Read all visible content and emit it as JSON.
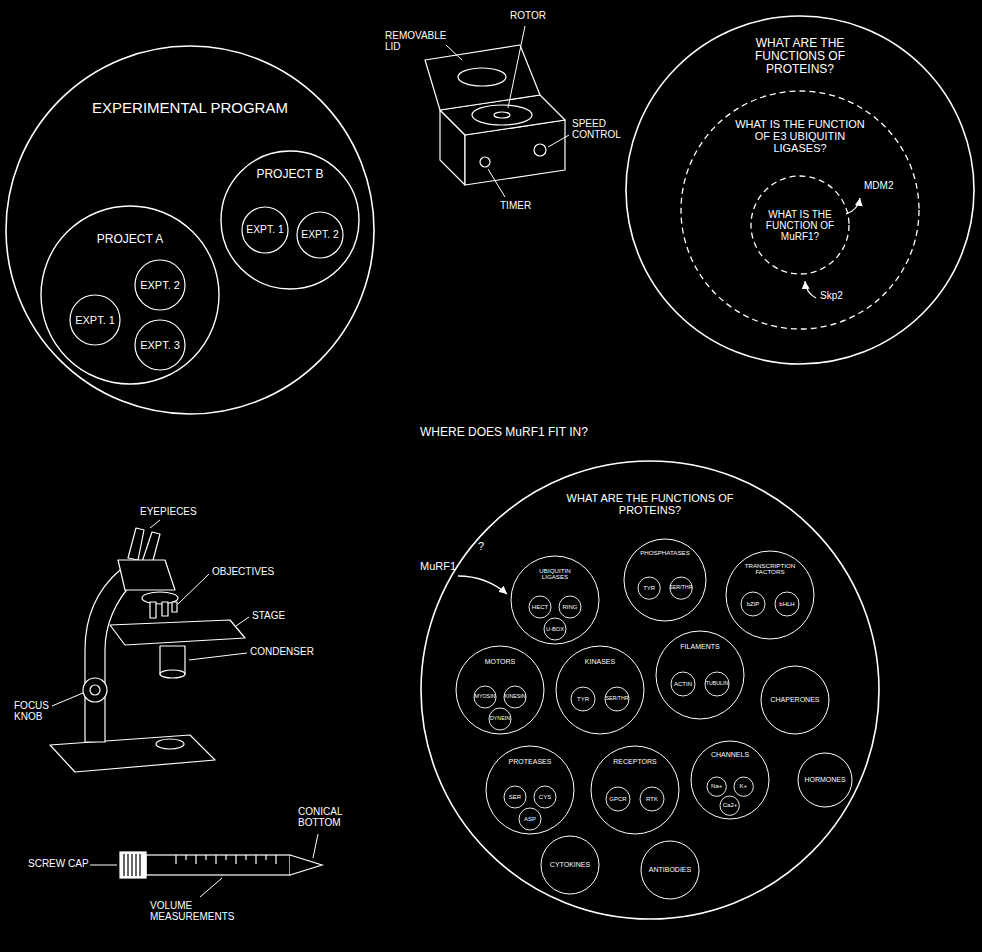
{
  "diagram": {
    "nodes": [
      {
        "text": [
          "EXPERIMENTAL PROGRAM"
        ]
      },
      {
        "text": [
          "PROJECT A"
        ],
        "in": 0
      },
      {
        "text": [
          "EXPT. 1"
        ],
        "in": 1
      },
      {
        "text": [
          "EXPT. 2"
        ],
        "in": 1
      },
      {
        "text": [
          "EXPT. 3"
        ],
        "in": 1
      },
      {
        "text": [
          "PROJECT B"
        ],
        "in": 0
      },
      {
        "text": [
          "EXPT. 1"
        ],
        "in": 5
      },
      {
        "text": [
          "EXPT. 2"
        ],
        "in": 5
      },
      {
        "text": [
          "WHAT ARE THE FUNCTIONS OF PROTEINS?"
        ]
      },
      {
        "text": [
          "WHAT IS THE FUNCTION OF E3 UBIQUITIN LIGASES?"
        ],
        "in": 8
      },
      {
        "text": [
          "WHAT IS THE FUNCTION OF MuRF1?"
        ],
        "in": 9
      },
      {
        "text": [
          "WHERE DOES MuRF1 FIT IN?",
          "WHAT ARE THE FUNCTIONS OF PROTEINS?"
        ]
      },
      {
        "text": [
          "UBIQUITIN LIGASES"
        ],
        "in": 11
      },
      {
        "text": [
          "HECT"
        ],
        "in": 12
      },
      {
        "text": [
          "RING"
        ],
        "in": 12
      },
      {
        "text": [
          "U-BOX"
        ],
        "in": 12
      },
      {
        "text": [
          "PHOSPHATASES"
        ],
        "in": 11
      },
      {
        "text": [
          "TYR"
        ],
        "in": 16
      },
      {
        "text": [
          "SER/THR"
        ],
        "in": 16
      },
      {
        "text": [
          "TRANSCRIPTION FACTORS"
        ],
        "in": 11
      },
      {
        "text": [
          "bZIP"
        ],
        "in": 19
      },
      {
        "text": [
          "bHLH"
        ],
        "in": 19
      },
      {
        "text": [
          "MOTORS"
        ],
        "in": 11
      },
      {
        "text": [
          "MYOSIN"
        ],
        "in": 22
      },
      {
        "text": [
          "KINESIN"
        ],
        "in": 22
      },
      {
        "text": [
          "DYNEIN"
        ],
        "in": 22
      },
      {
        "text": [
          "KINASES"
        ],
        "in": 11
      },
      {
        "text": [
          "TYR"
        ],
        "in": 26
      },
      {
        "text": [
          "SER/THR"
        ],
        "in": 26
      },
      {
        "text": [
          "FILAMENTS"
        ],
        "in": 11
      },
      {
        "text": [
          "ACTIN"
        ],
        "in": 29
      },
      {
        "text": [
          "TUBULIN"
        ],
        "in": 29
      },
      {
        "text": [
          "CHAPERONES"
        ],
        "in": 11
      },
      {
        "text": [
          "PROTEASES"
        ],
        "in": 11
      },
      {
        "text": [
          "SER"
        ],
        "in": 33
      },
      {
        "text": [
          "CYS"
        ],
        "in": 33
      },
      {
        "text": [
          "ASP"
        ],
        "in": 33
      },
      {
        "text": [
          "RECEPTORS"
        ],
        "in": 11
      },
      {
        "text": [
          "GPCR"
        ],
        "in": 37
      },
      {
        "text": [
          "RTK"
        ],
        "in": 37
      },
      {
        "text": [
          "CHANNELS"
        ],
        "in": 11
      },
      {
        "text": [
          "Na+"
        ],
        "in": 40
      },
      {
        "text": [
          "K+"
        ],
        "in": 40
      },
      {
        "text": [
          "Ca2+"
        ],
        "in": 40
      },
      {
        "text": [
          "HORMONES"
        ],
        "in": 11
      },
      {
        "text": [
          "ANTIBODIES"
        ],
        "in": 11
      },
      {
        "text": [
          "CYTOKINES"
        ],
        "in": 11
      }
    ],
    "labels": [
      "MDM2",
      "Skp2",
      "MuRF1",
      "?",
      "EYEPIECES",
      "OBJECTIVES",
      "STAGE",
      "CONDENSER",
      "FOCUS KNOB",
      "SCREW CAP",
      "VOLUME MEASUREMENTS",
      "CONICAL BOTTOM",
      "REMOVABLE LID",
      "ROTOR",
      "SPEED CONTROL",
      "TIMER"
    ]
  }
}
